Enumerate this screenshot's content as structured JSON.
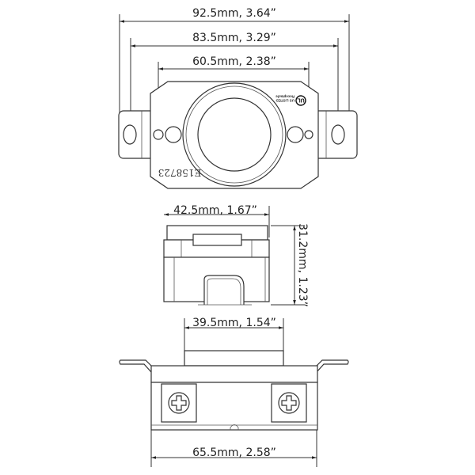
{
  "dimensions": {
    "overall_width": "92.5mm, 3.64”",
    "mounting_hole_spacing": "83.5mm, 3.29”",
    "plate_width": "60.5mm, 2.38”",
    "body_width_side": "42.5mm, 1.67”",
    "body_depth": "31.2mm, 1.23”",
    "face_width": "39.5mm, 1.54”",
    "body_width_bottom": "65.5mm, 2.58”"
  },
  "markings": {
    "file_number": "E158723",
    "ul_logo": "UL",
    "ul_text_1": "US LISTED",
    "ul_text_2": "Receptacle"
  },
  "colors": {
    "line": "#333333",
    "background": "#ffffff"
  }
}
